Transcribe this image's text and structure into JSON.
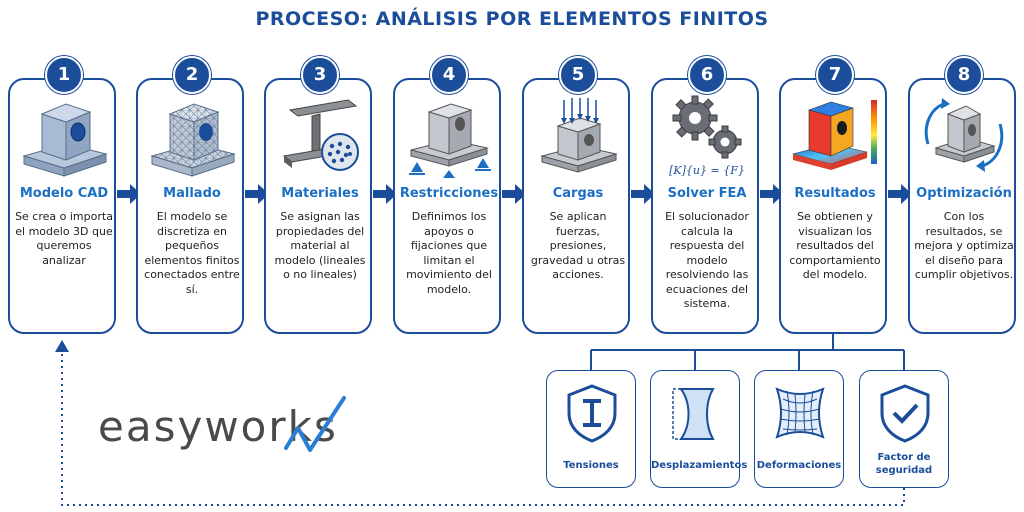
{
  "title": "PROCESO: ANÁLISIS POR ELEMENTOS FINITOS",
  "steps": [
    {
      "num": "1",
      "title": "Modelo CAD",
      "desc": "Se crea o importa el modelo 3D que queremos analizar"
    },
    {
      "num": "2",
      "title": "Mallado",
      "desc": "El modelo se discretiza en pequeños elementos finitos conectados entre sí."
    },
    {
      "num": "3",
      "title": "Materiales",
      "desc": "Se asignan las propiedades del material al modelo (lineales o no lineales)"
    },
    {
      "num": "4",
      "title": "Restricciones",
      "desc": "Definimos los apoyos o fijaciones que limitan el movimiento del modelo."
    },
    {
      "num": "5",
      "title": "Cargas",
      "desc": "Se aplican fuerzas, presiones, gravedad u otras acciones."
    },
    {
      "num": "6",
      "title": "Solver FEA",
      "desc": "El solucionador calcula la respuesta del modelo resolviendo las ecuaciones del sistema."
    },
    {
      "num": "7",
      "title": "Resultados",
      "desc": "Se obtienen y visualizan los resultados del comportamiento del modelo."
    },
    {
      "num": "8",
      "title": "Optimización",
      "desc": "Con los resultados, se mejora y optimiza el diseño para cumplir objetivos."
    }
  ],
  "equation": "[K]{u} = {F}",
  "results": [
    {
      "label": "Tensiones",
      "icon": "i-beam-shield-icon"
    },
    {
      "label": "Desplazamientos",
      "icon": "displacement-icon"
    },
    {
      "label": "Deformaciones",
      "icon": "deformation-mesh-icon"
    },
    {
      "label": "Factor de seguridad",
      "icon": "check-shield-icon"
    }
  ],
  "logo": "easyworks",
  "colors": {
    "primary": "#1b4d9b",
    "accent": "#1b6fc4"
  }
}
